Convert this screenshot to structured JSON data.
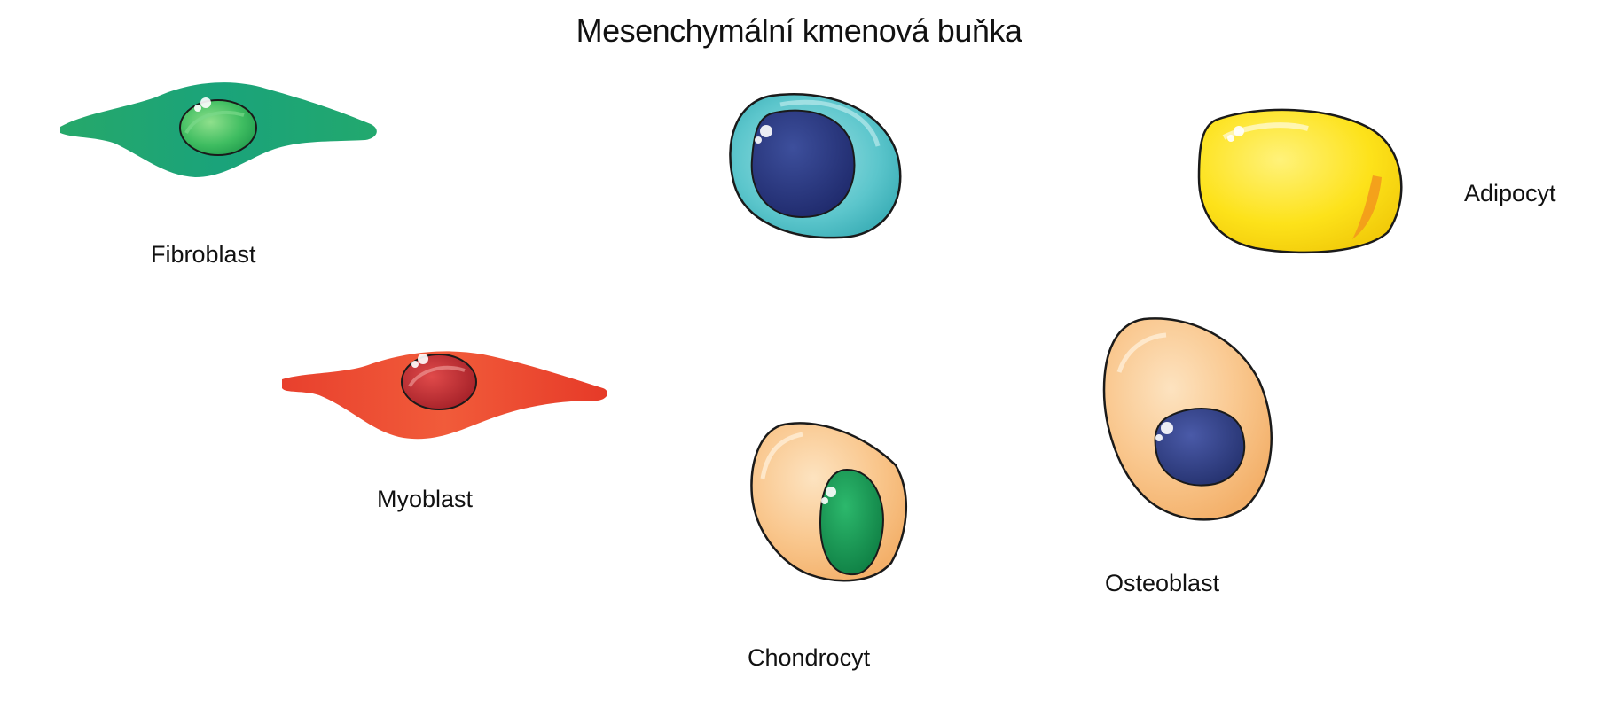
{
  "diagram": {
    "title": "Mesenchymální kmenová buňka",
    "cells": {
      "fibroblast": {
        "label": "Fibroblast",
        "color": "#1fa96b",
        "nucleus_color": "#4cc46e"
      },
      "myoblast": {
        "label": "Myoblast",
        "color": "#ea3d2a",
        "nucleus_color": "#b8262c"
      },
      "chondrocyt": {
        "label": "Chondrocyt",
        "color": "#f9c183",
        "nucleus_color": "#149a56"
      },
      "osteoblast": {
        "label": "Osteoblast",
        "color": "#f9c183",
        "nucleus_color": "#2f3e8e"
      },
      "adipocyt": {
        "label": "Adipocyt",
        "color": "#fde21a",
        "nucleus_color": "#f29a1a"
      },
      "stem_cell": {
        "label": "",
        "color": "#5cc8cf",
        "nucleus_color": "#27367e"
      }
    }
  }
}
